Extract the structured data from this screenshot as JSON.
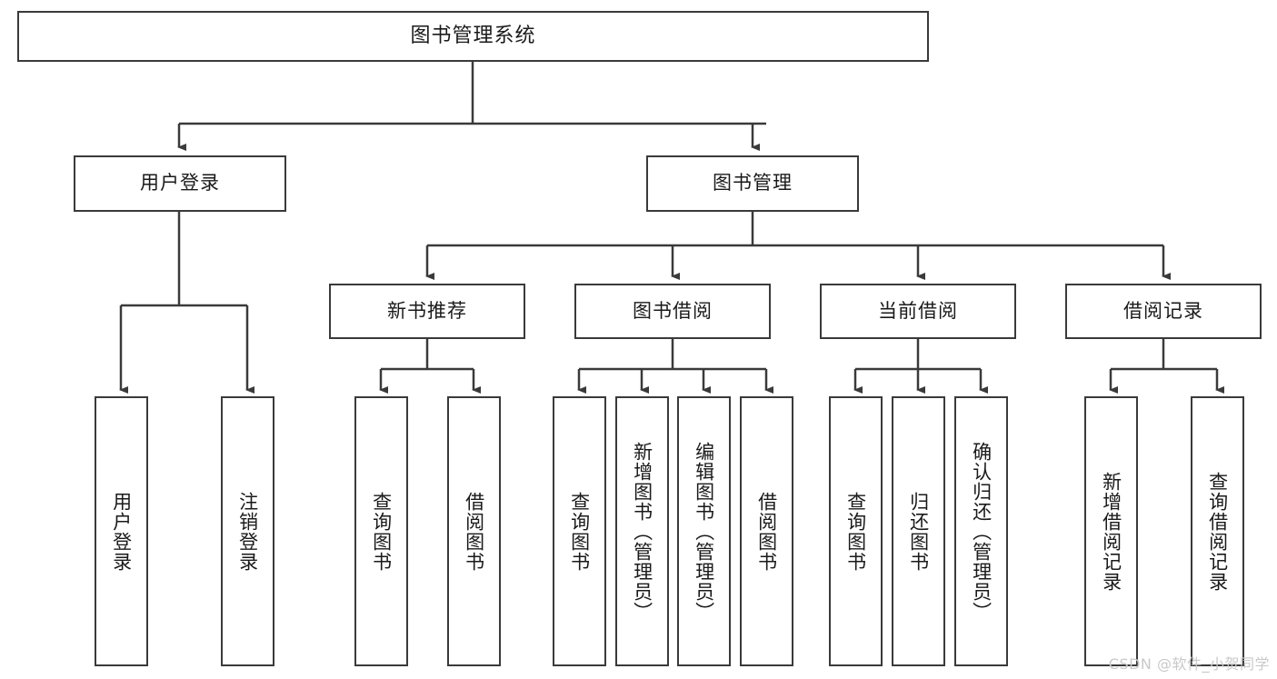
{
  "diagram": {
    "title": "图书管理系统",
    "type": "tree",
    "watermark": "CSDN @软件_小贺同学",
    "colors": {
      "node_border": "#3a3a3a",
      "node_fill": "#ffffff",
      "edge": "#3a3a3a",
      "text": "#1a1a1a",
      "watermark": "#c9c9c9"
    },
    "nodes": {
      "root": {
        "label": "图书管理系统"
      },
      "level2": [
        {
          "id": "user-login",
          "label": "用户登录"
        },
        {
          "id": "book-manage",
          "label": "图书管理"
        }
      ],
      "level3": [
        {
          "id": "new-book-recommend",
          "label": "新书推荐"
        },
        {
          "id": "book-borrow",
          "label": "图书借阅"
        },
        {
          "id": "current-borrow",
          "label": "当前借阅"
        },
        {
          "id": "borrow-record",
          "label": "借阅记录"
        }
      ],
      "leaves": {
        "user-login": [
          {
            "id": "leaf-user-login",
            "label": "用户登录"
          },
          {
            "id": "leaf-logout",
            "label": "注销登录"
          }
        ],
        "new-book-recommend": [
          {
            "id": "leaf-query-book-1",
            "label": "查询图书"
          },
          {
            "id": "leaf-borrow-book-1",
            "label": "借阅图书"
          }
        ],
        "book-borrow": [
          {
            "id": "leaf-query-book-2",
            "label": "查询图书"
          },
          {
            "id": "leaf-add-book",
            "label": "新增图书（管理员）"
          },
          {
            "id": "leaf-edit-book",
            "label": "编辑图书（管理员）"
          },
          {
            "id": "leaf-borrow-book-2",
            "label": "借阅图书"
          }
        ],
        "current-borrow": [
          {
            "id": "leaf-query-book-3",
            "label": "查询图书"
          },
          {
            "id": "leaf-return-book",
            "label": "归还图书"
          },
          {
            "id": "leaf-confirm-return",
            "label": "确认归还（管理员）"
          }
        ],
        "borrow-record": [
          {
            "id": "leaf-add-record",
            "label": "新增借阅记录"
          },
          {
            "id": "leaf-query-record",
            "label": "查询借阅记录"
          }
        ]
      }
    }
  }
}
